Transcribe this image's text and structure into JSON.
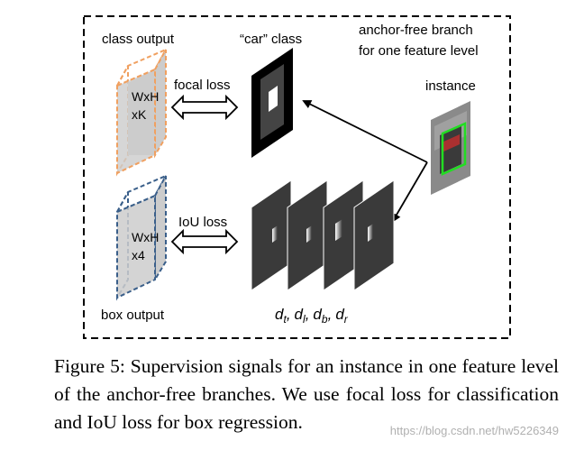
{
  "figure": {
    "class_output_label": "class output",
    "class_tensor_line1": "WxH",
    "class_tensor_line2": "xK",
    "focal_loss_label": "focal loss",
    "car_class_label": "“car” class",
    "anchor_free_line1": "anchor-free branch",
    "anchor_free_line2": "for one feature level",
    "instance_label": "instance",
    "iou_loss_label": "IoU loss",
    "box_tensor_line1": "WxH",
    "box_tensor_line2": "x4",
    "box_output_label": "box output",
    "distances": {
      "dt": "d",
      "dt_sub": "t",
      "dl": "d",
      "dl_sub": "l",
      "db": "d",
      "db_sub": "b",
      "dr": "d",
      "dr_sub": "r",
      "sep": ","
    },
    "colors": {
      "class_dash": "#f0a060",
      "box_dash": "#3a5f8a",
      "tensor_fill": "#cccccc",
      "map_dark": "#3a3a3a",
      "instance_box": "#22dd22"
    }
  },
  "caption": {
    "text": "Figure 5: Supervision signals for an instance in one feature level of the anchor-free branches. We use focal loss for classification and IoU loss for box regression."
  },
  "watermark": "https://blog.csdn.net/hw5226349"
}
